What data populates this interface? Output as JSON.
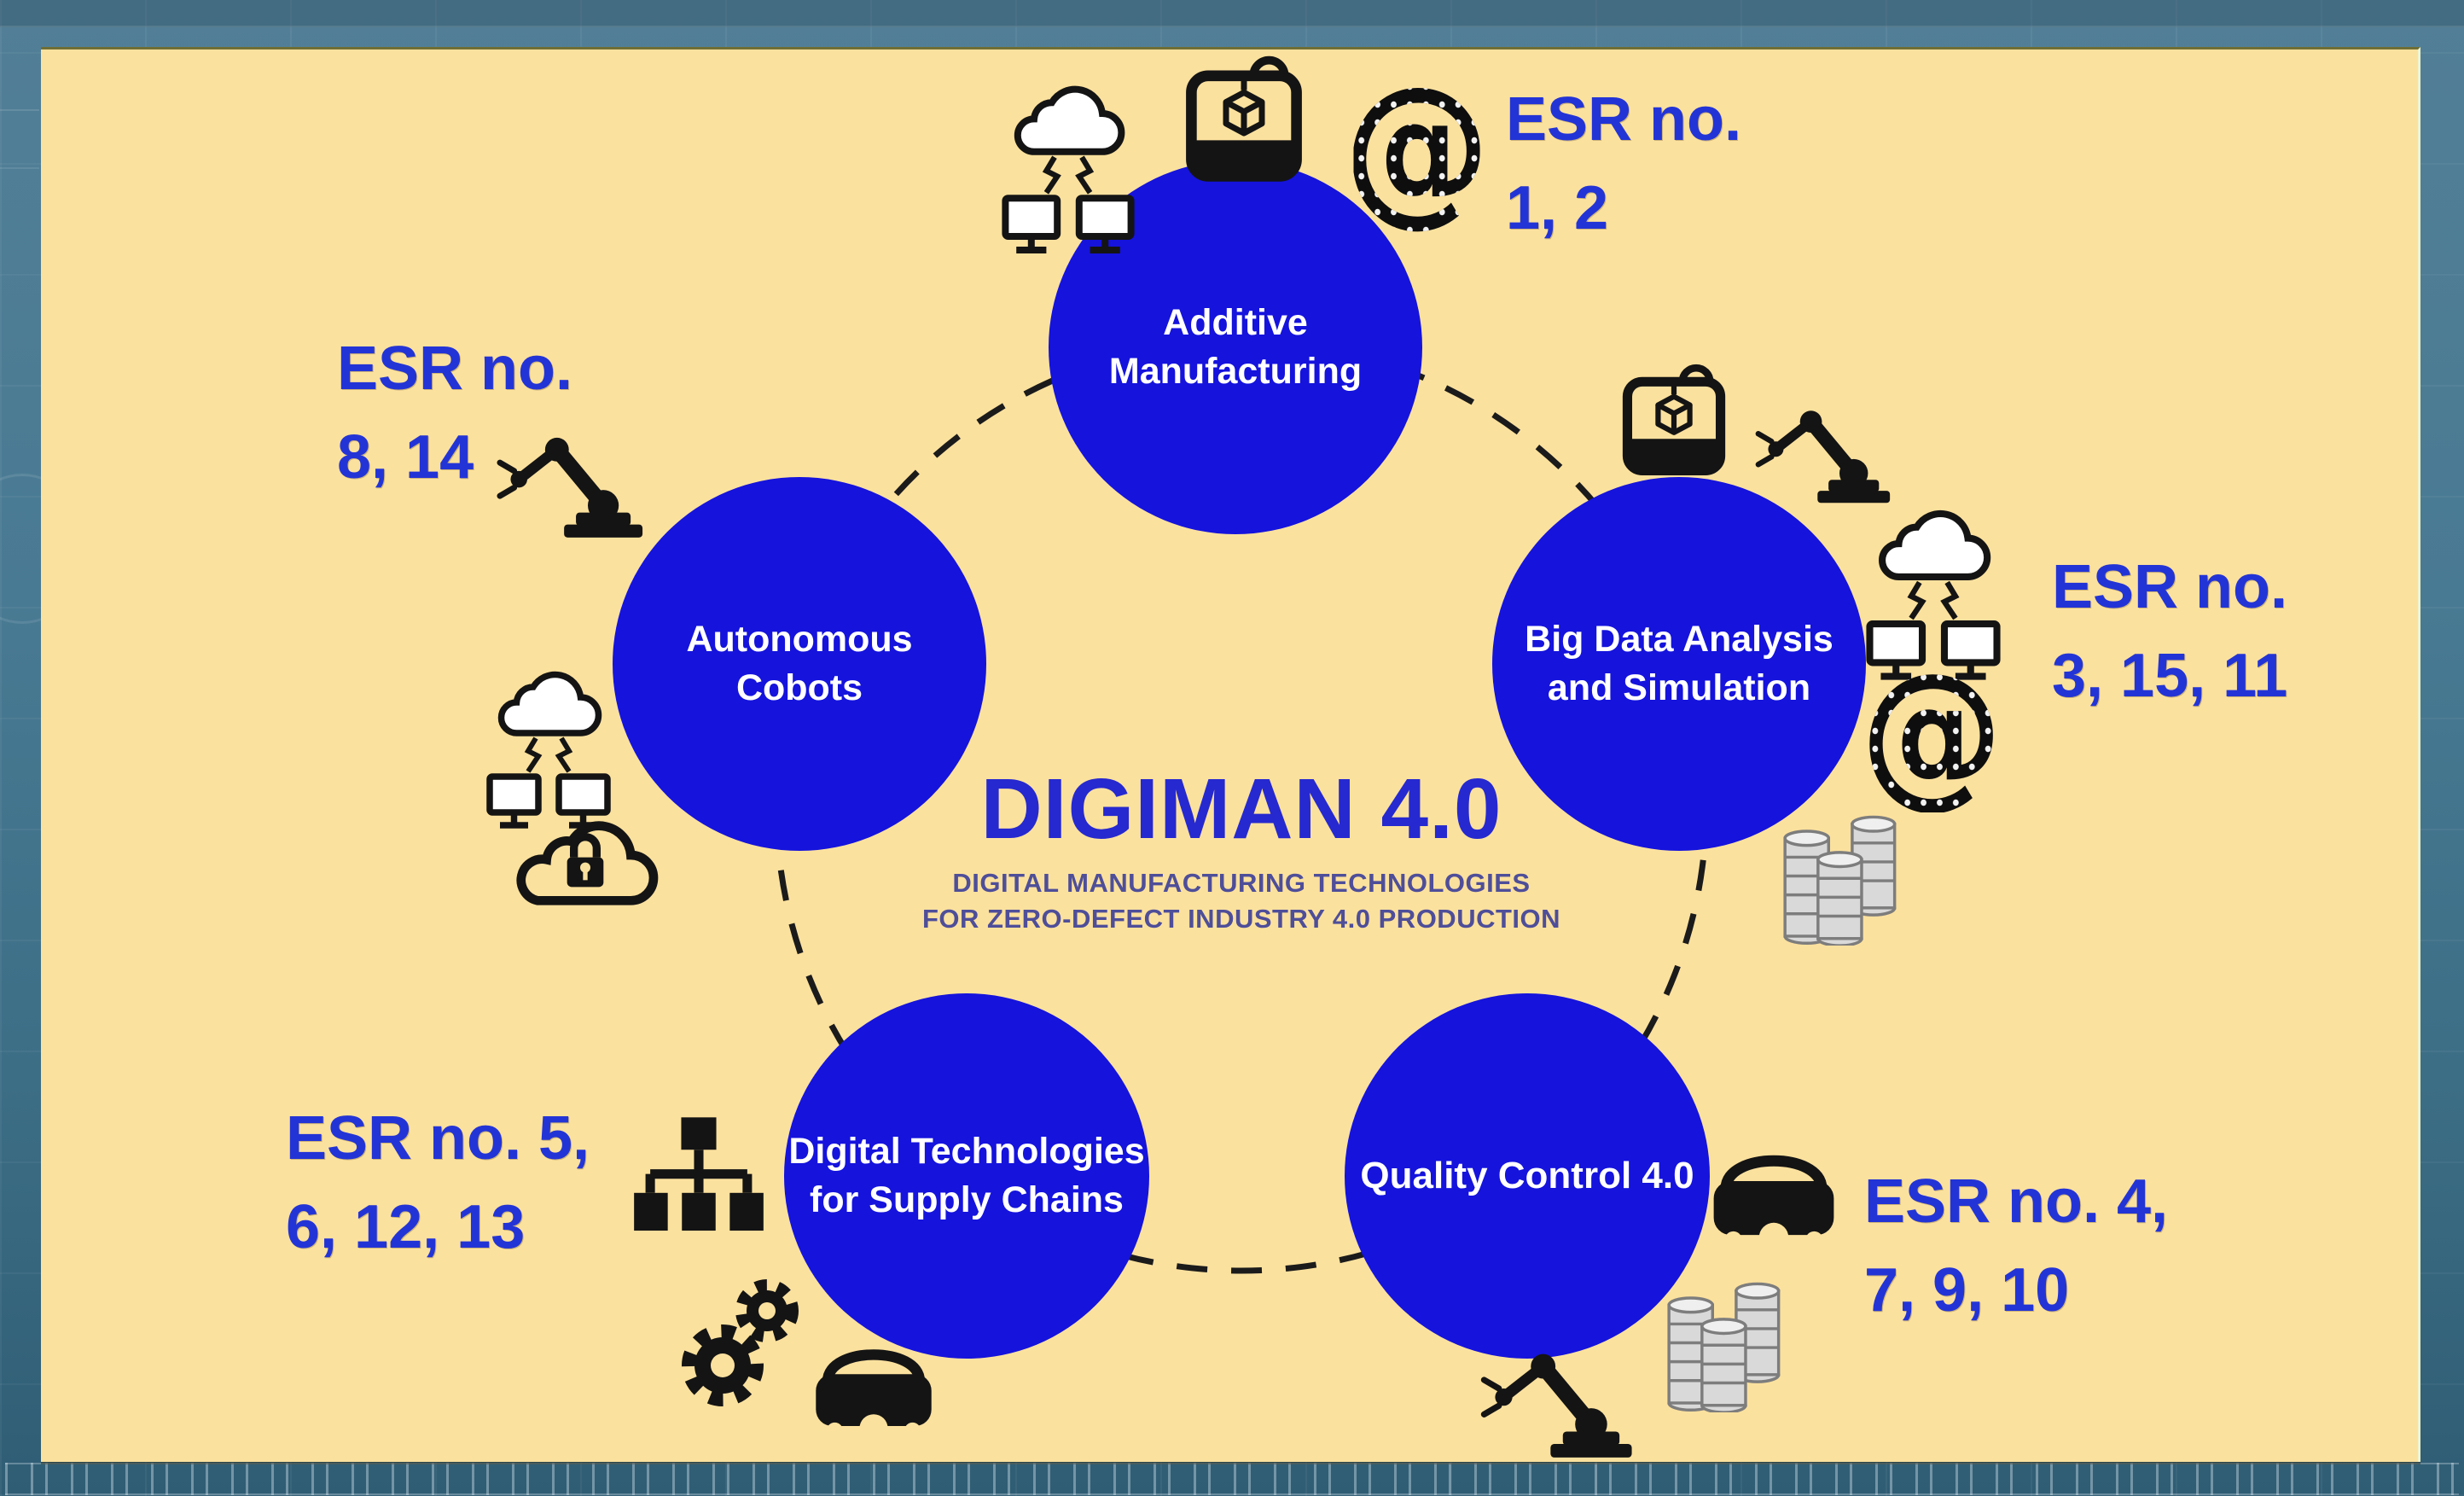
{
  "title": {
    "main": "DIGIMAN 4.0",
    "subtitle1": "DIGITAL MANUFACTURING TECHNOLOGIES",
    "subtitle2": "FOR ZERO-DEFECT INDUSTRY 4.0 PRODUCTION"
  },
  "circles": {
    "additive": {
      "line1": "Additive",
      "line2": "Manufacturing"
    },
    "cobots": {
      "line1": "Autonomous",
      "line2": "Cobots"
    },
    "bigdata": {
      "line1": "Big Data Analysis",
      "line2": "and Simulation"
    },
    "supply": {
      "line1": "Digital Technologies",
      "line2": "for Supply Chains"
    },
    "quality": {
      "line1": "Quality Control 4.0"
    }
  },
  "esr": {
    "top_right": {
      "line1": "ESR no.",
      "line2": "1, 2"
    },
    "right": {
      "line1": "ESR no.",
      "line2": "3, 15, 11"
    },
    "bottom_right": {
      "line1": "ESR no. 4,",
      "line2": "7, 9, 10"
    },
    "bottom_left": {
      "line1": "ESR no. 5,",
      "line2": "6, 12, 13"
    },
    "left": {
      "line1": "ESR no.",
      "line2": "8, 14"
    }
  },
  "icons": {
    "at_symbol": "@",
    "names": [
      "cloud-network-icon",
      "3d-printer-icon",
      "binary-at-icon",
      "robot-arm-icon",
      "cloud-lock-icon",
      "database-icon",
      "hierarchy-icon",
      "gears-icon",
      "vr-headset-icon"
    ]
  },
  "colors": {
    "panel_bg": "#fbe19e",
    "circle_blue": "#1513dc",
    "esr_text": "#2334d6",
    "title_blue": "#2629cf",
    "subtitle_purple": "#4e4e99",
    "frame_teal": "#45788f",
    "icon_black": "#141414",
    "dash_black": "#1b1b1b"
  }
}
